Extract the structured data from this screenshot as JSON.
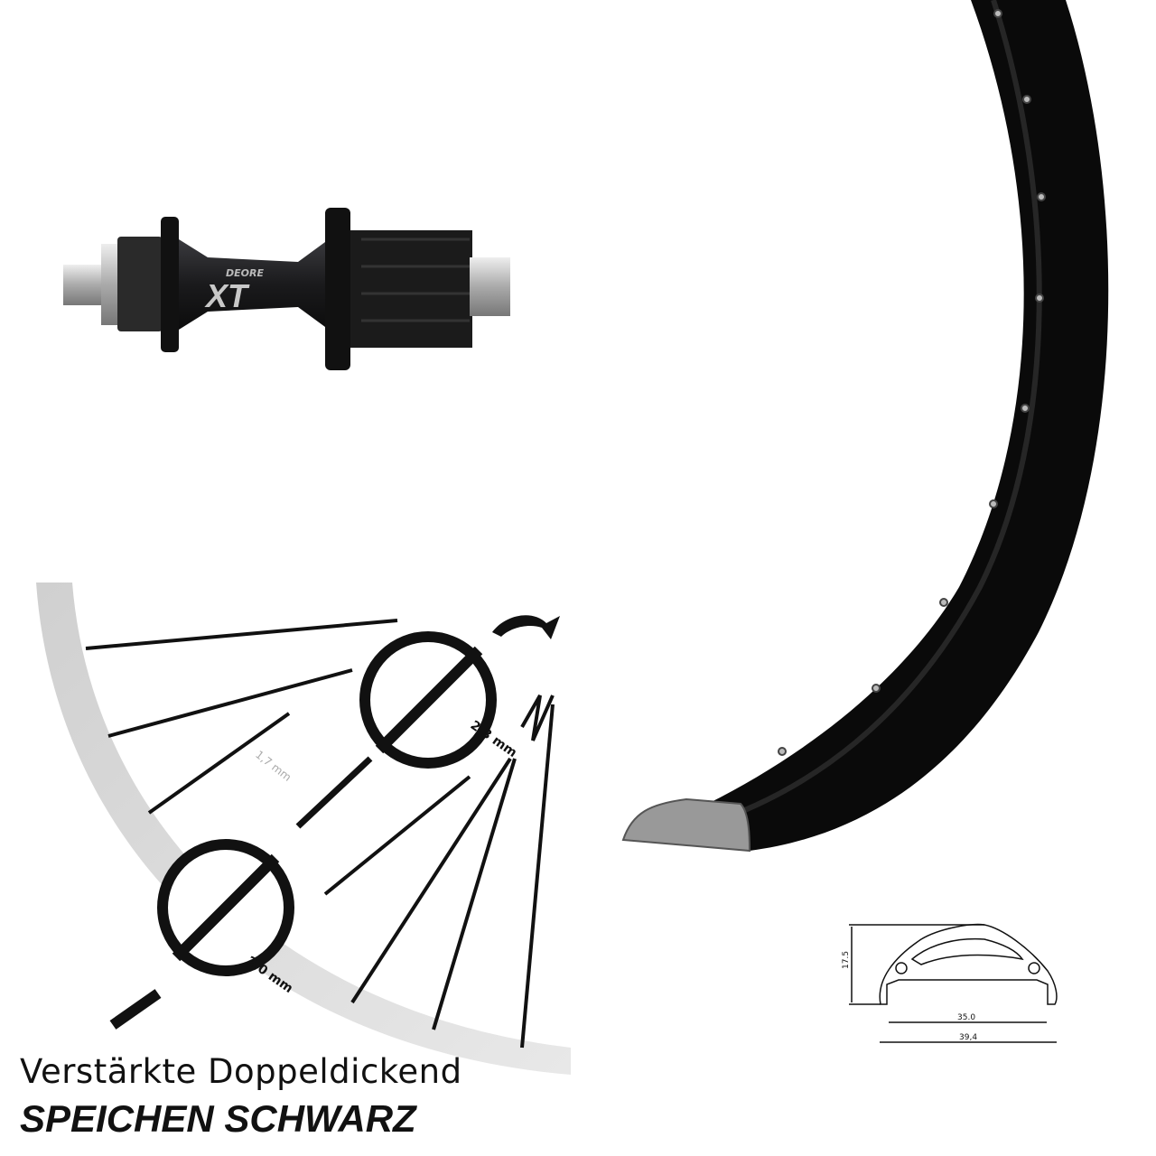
{
  "hub": {
    "logo_top": "DEORE",
    "logo_main": "XT"
  },
  "spokes": {
    "thickness_labels": [
      "2,3 mm",
      "1,7 mm",
      "2,0 mm"
    ],
    "caption_line1": "Verstärkte Doppeldickend",
    "caption_line2": "SPEICHEN SCHWARZ"
  },
  "rim_profile": {
    "height": "17.5",
    "inner_width": "35.0",
    "outer_width": "39,4"
  },
  "colors": {
    "rim": "#0a0a0a",
    "hub": "#1c1c1e",
    "spoke_band": "#d4d4d4"
  }
}
